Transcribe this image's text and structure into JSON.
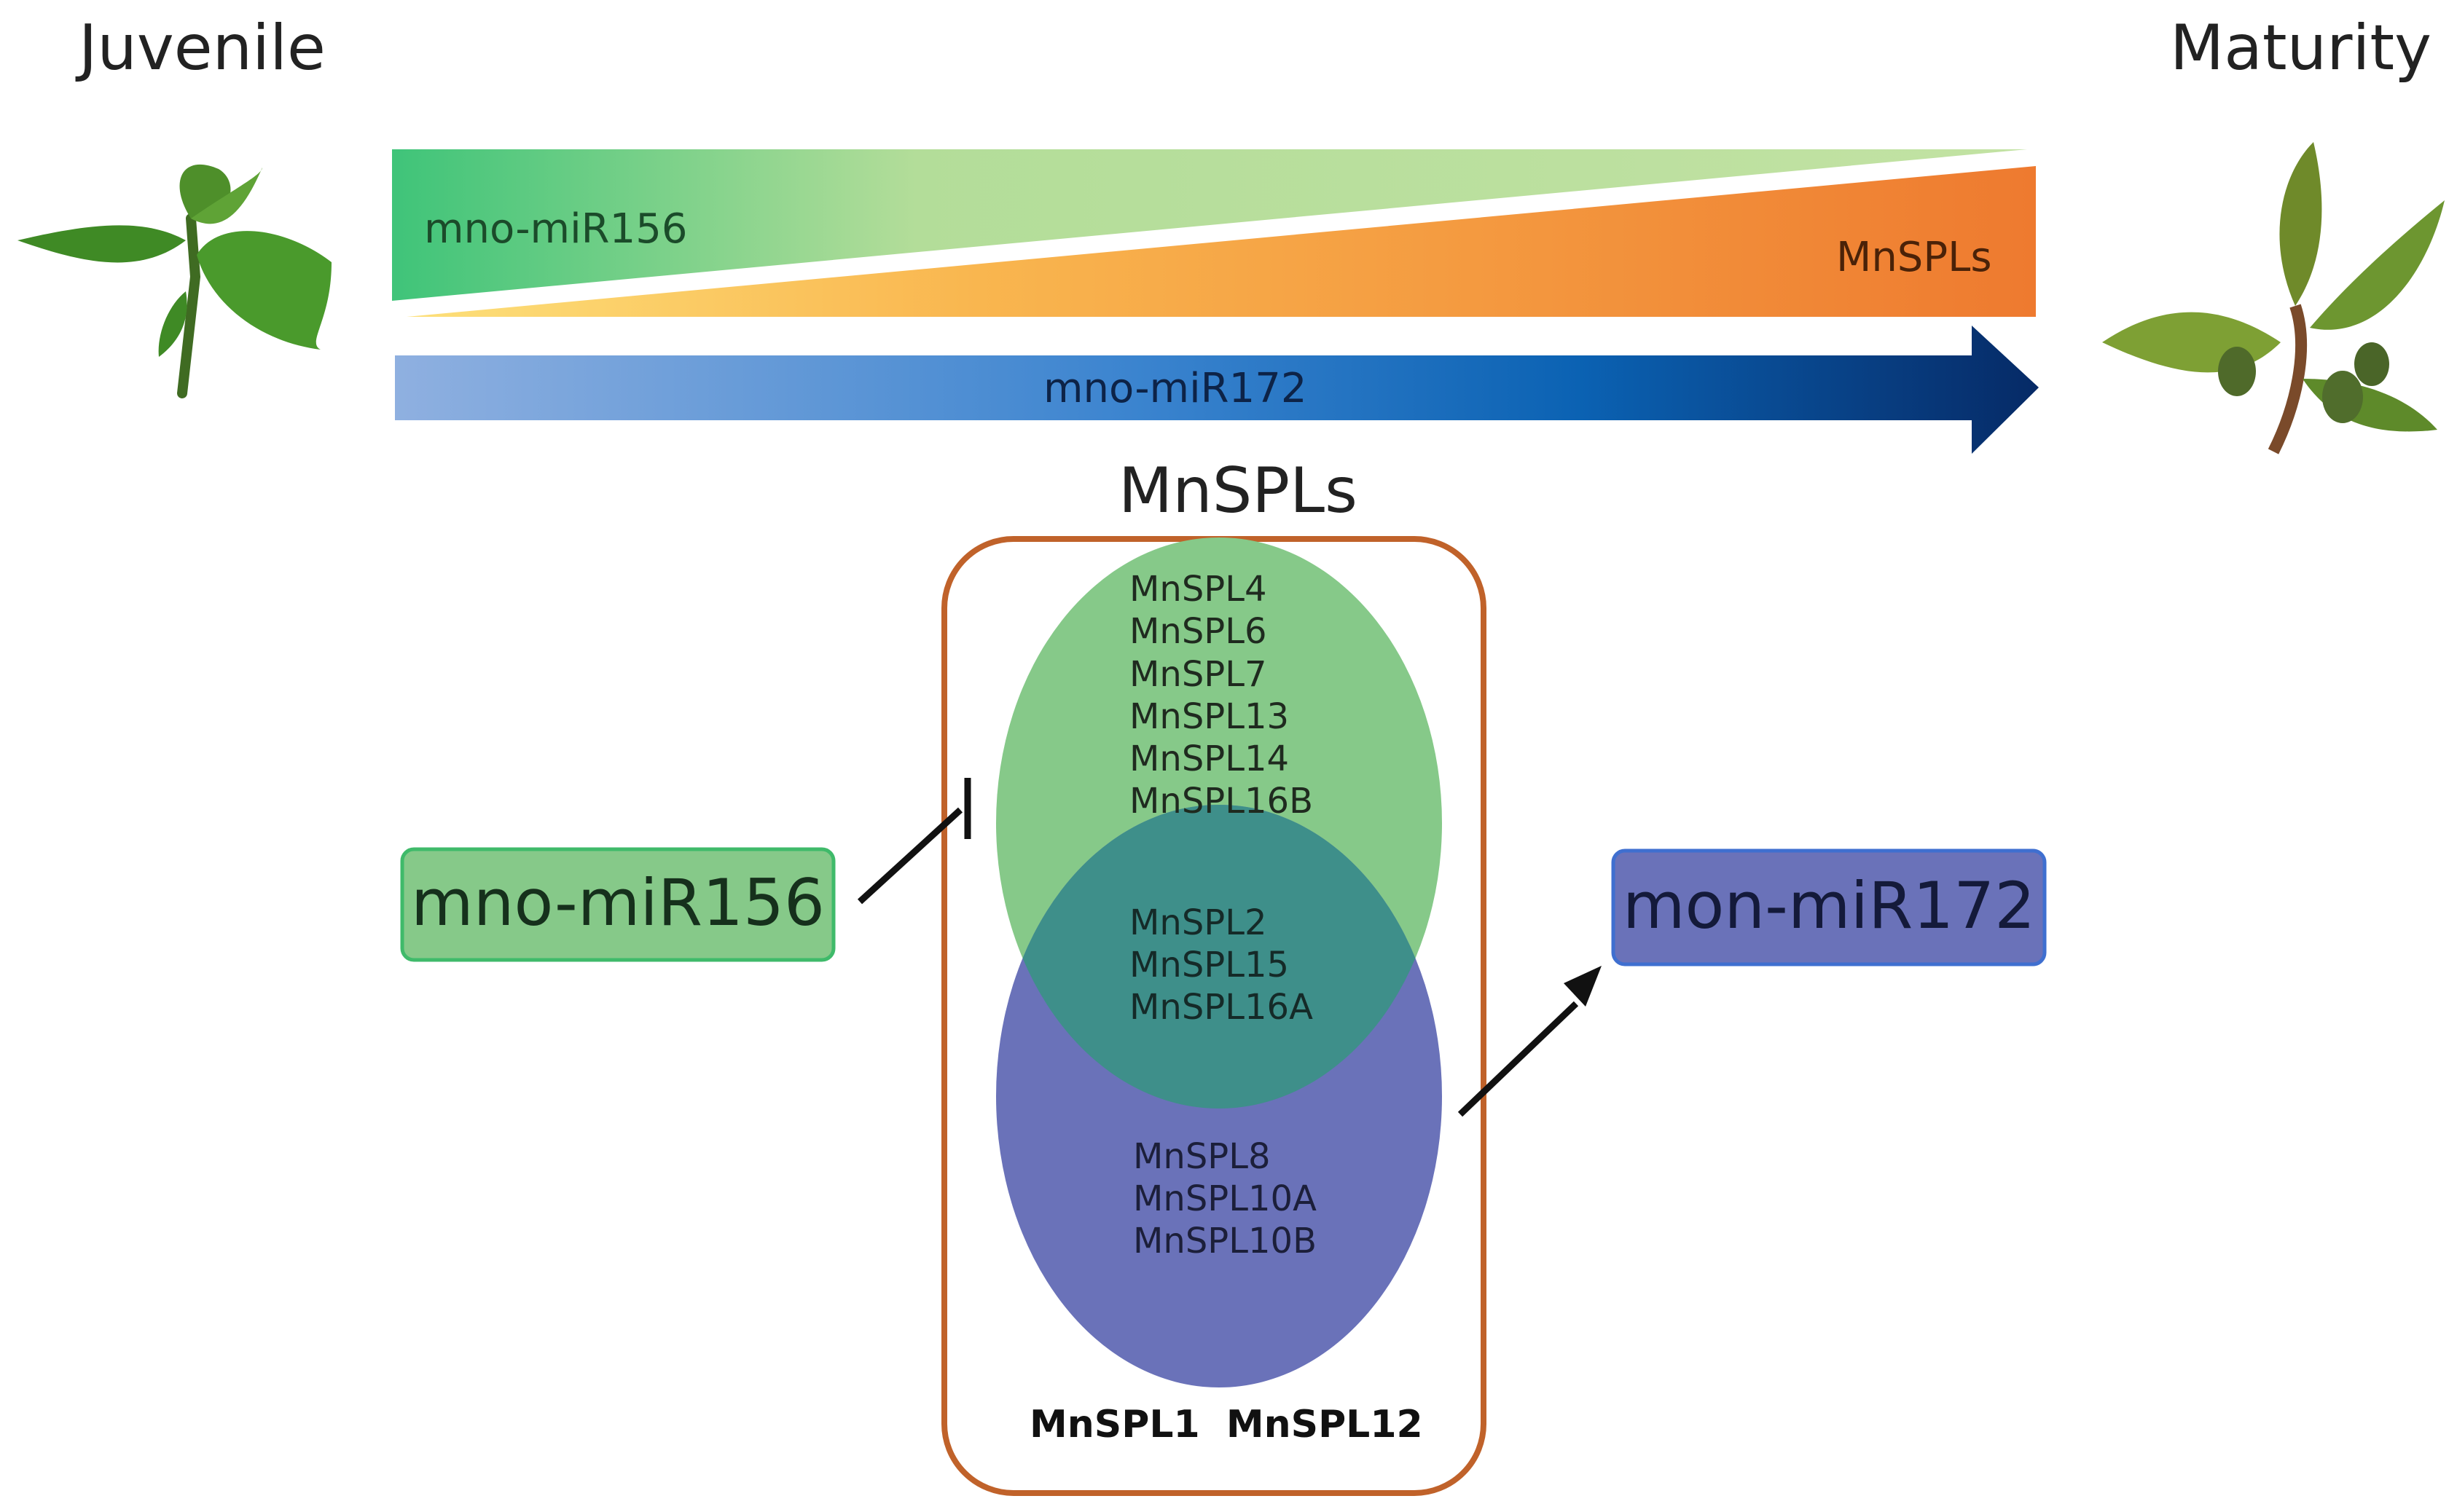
{
  "stage_labels": {
    "juvenile": "Juvenile",
    "maturity": "Maturity"
  },
  "gradients": {
    "mir156_label": "mno-miR156",
    "mnspls_label": "MnSPLs",
    "mir172_label": "mno-miR172"
  },
  "venn": {
    "title": "MnSPLs",
    "green_only": [
      "MnSPL4",
      "MnSPL6",
      "MnSPL7",
      "MnSPL13",
      "MnSPL14",
      "MnSPL16B"
    ],
    "overlap": [
      "MnSPL2",
      "MnSPL15",
      "MnSPL16A"
    ],
    "blue_only": [
      "MnSPL8",
      "MnSPL10A",
      "MnSPL10B"
    ],
    "outside": "MnSPL1  MnSPL12"
  },
  "regulators": {
    "left_box": "mno-miR156",
    "right_box": "mon-miR172"
  },
  "colors": {
    "green_circle": "#86c989",
    "blue_circle": "#6a72b9",
    "overlap": "#3e8f8a",
    "container_border": "#c0622a",
    "left_box_fill": "#86c989",
    "left_box_border": "#3fba6a",
    "right_box_fill": "#6a72b9",
    "right_box_border": "#3f6fd0"
  }
}
